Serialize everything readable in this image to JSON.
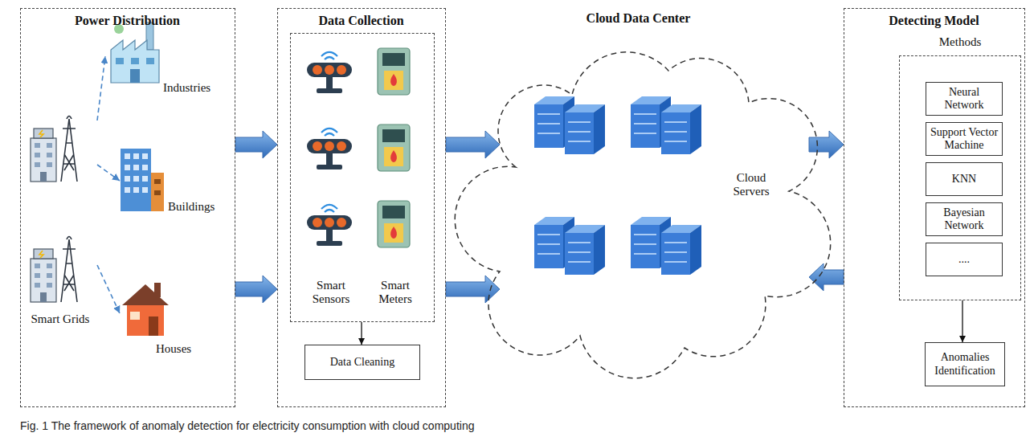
{
  "diagram": {
    "caption": "Fig. 1 The framework of anomaly detection for electricity consumption with cloud computing",
    "nodes": [
      {
        "text": [
          "Power Distribution"
        ]
      },
      {
        "text": [
          "Smart Grids"
        ],
        "in": 0
      },
      {
        "text": [
          "Industries"
        ],
        "in": 0
      },
      {
        "text": [
          "Buildings"
        ],
        "in": 0
      },
      {
        "text": [
          "Houses"
        ],
        "in": 0
      },
      {
        "text": [
          "Data Collection"
        ]
      },
      {
        "text": [
          "Smart Sensors",
          "Smart Meters"
        ],
        "in": 5
      },
      {
        "text": [
          "Data Cleaning"
        ],
        "in": 5
      },
      {
        "text": [
          "Cloud Data Center",
          "Cloud Servers"
        ]
      },
      {
        "text": [
          "Detecting Model"
        ]
      },
      {
        "text": [
          "Methods"
        ],
        "in": 9
      },
      {
        "text": [
          "Neural Network"
        ],
        "in": 10
      },
      {
        "text": [
          "Support Vector Machine"
        ],
        "in": 10
      },
      {
        "text": [
          "KNN"
        ],
        "in": 10
      },
      {
        "text": [
          "Bayesian Network"
        ],
        "in": 10
      },
      {
        "text": [
          "...."
        ],
        "in": 10
      },
      {
        "text": [
          "Anomalies Identification"
        ],
        "in": 9
      }
    ],
    "edges": [
      {
        "from": 1,
        "to": 2,
        "arrow": "to"
      },
      {
        "from": 1,
        "to": 3,
        "arrow": "to"
      },
      {
        "from": 1,
        "to": 4,
        "arrow": "to"
      },
      {
        "from": 0,
        "to": 5,
        "arrow": "to"
      },
      {
        "from": 0,
        "to": 5,
        "arrow": "to"
      },
      {
        "from": 6,
        "to": 7,
        "arrow": "to"
      },
      {
        "from": 5,
        "to": 8,
        "arrow": "to"
      },
      {
        "from": 5,
        "to": 8,
        "arrow": "to"
      },
      {
        "from": 8,
        "to": 9,
        "arrow": "to"
      },
      {
        "from": 9,
        "to": 8,
        "arrow": "to"
      },
      {
        "from": 10,
        "to": 16,
        "arrow": "to"
      }
    ]
  }
}
